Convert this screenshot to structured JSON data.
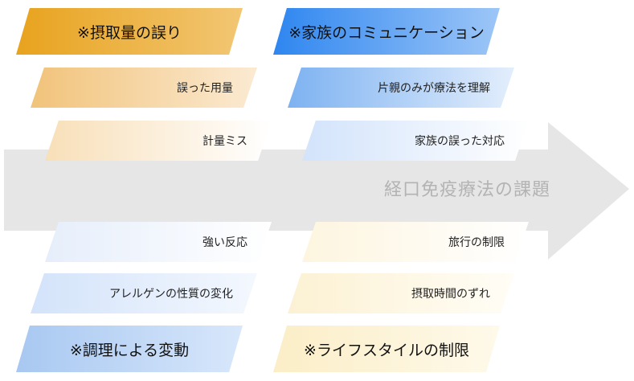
{
  "main_label": "経口免疫療法の課題",
  "colors": {
    "arrow": "#e6e6e6",
    "arrow_text": "#b3b3b3",
    "orange": "#e8a31e",
    "blue": "#2e86f0",
    "light_blue": "#a8c8f1",
    "cream": "#fbeec7"
  },
  "groups": {
    "top_left": {
      "header": "※摂取量の誤り",
      "items": [
        "誤った用量",
        "計量ミス"
      ]
    },
    "top_right": {
      "header": "※家族のコミュニケーション",
      "items": [
        "片親のみが療法を理解",
        "家族の誤った対応"
      ]
    },
    "bottom_left": {
      "header": "※調理による変動",
      "items": [
        "強い反応",
        "アレルゲンの性質の変化"
      ]
    },
    "bottom_right": {
      "header": "※ライフスタイルの制限",
      "items": [
        "旅行の制限",
        "摂取時間のずれ"
      ]
    }
  }
}
